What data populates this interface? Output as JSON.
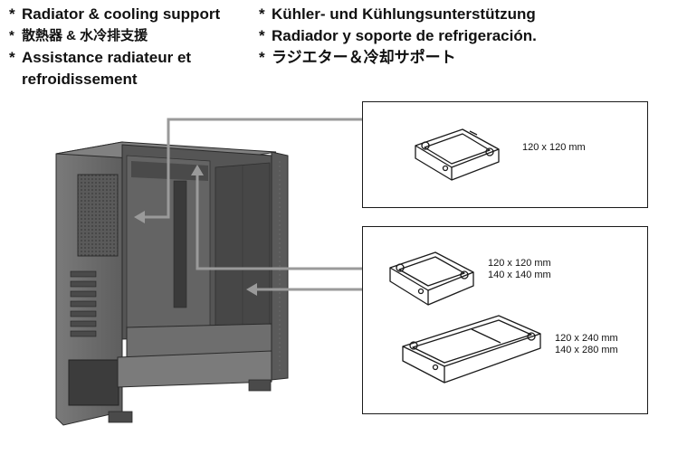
{
  "headings": {
    "left": [
      {
        "star": "*",
        "text": "Radiator & cooling support"
      },
      {
        "star": "*",
        "text": "散熱器 & 水冷排支援"
      },
      {
        "star": "*",
        "text": "Assistance radiateur et"
      },
      {
        "star": "",
        "text": "refroidissement"
      }
    ],
    "right": [
      {
        "star": "*",
        "text": "Kühler- und Kühlungsunterstützung"
      },
      {
        "star": "*",
        "text": "Radiador y soporte de refrigeración."
      },
      {
        "star": "*",
        "text": "ラジエター＆冷却サポート"
      }
    ]
  },
  "panels": {
    "top": {
      "radiators": [
        {
          "label_lines": [
            "120 x 120 mm"
          ]
        }
      ]
    },
    "bottom": {
      "radiators": [
        {
          "label_lines": [
            "120 x 120 mm",
            "140 x 140 mm"
          ]
        },
        {
          "label_lines": [
            "120 x 240 mm",
            "140 x 280 mm"
          ]
        }
      ]
    }
  },
  "colors": {
    "case_body": "#6b6b6b",
    "case_dark": "#3e3e3e",
    "case_light": "#8e8e8e",
    "arrow": "#9a9a9a",
    "panel_border": "#1a1a1a"
  }
}
